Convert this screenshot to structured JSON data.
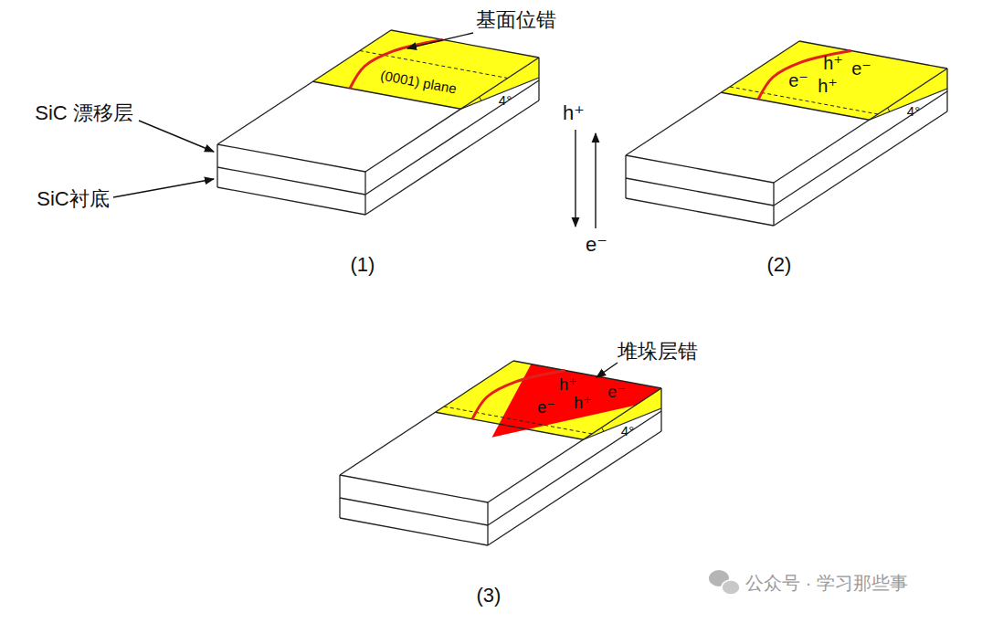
{
  "diagram": {
    "labels": [
      "基面位错",
      "SiC 漂移层",
      "SiC衬底",
      "(0001) plane",
      "4°",
      "h⁺",
      "e⁻",
      "(1)",
      "h⁺",
      "e⁻",
      "e⁻",
      "h⁺",
      "4°",
      "(2)",
      "堆垛层错",
      "e⁻",
      "h⁺",
      "h⁺",
      "e⁻",
      "4°",
      "(3)",
      "公众号 · 学习那些事"
    ]
  }
}
